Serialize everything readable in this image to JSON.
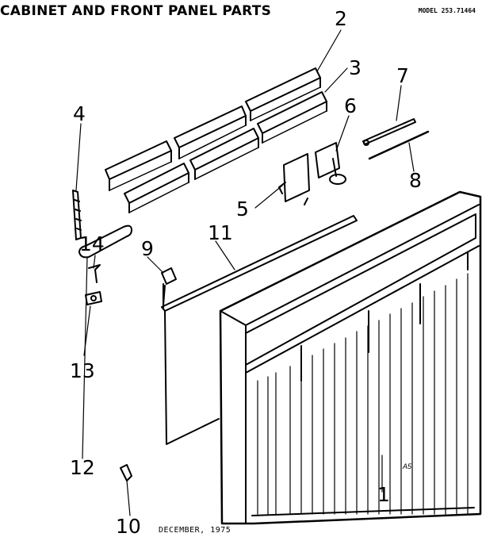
{
  "header": {
    "title": "CABINET AND FRONT PANEL PARTS",
    "model": "MODEL 253.71464"
  },
  "footer": {
    "date": "DECEMBER, 1975",
    "code": "A5"
  },
  "callouts": [
    "1",
    "2",
    "3",
    "4",
    "5",
    "6",
    "7",
    "8",
    "9",
    "10",
    "11",
    "12",
    "13",
    "14"
  ]
}
